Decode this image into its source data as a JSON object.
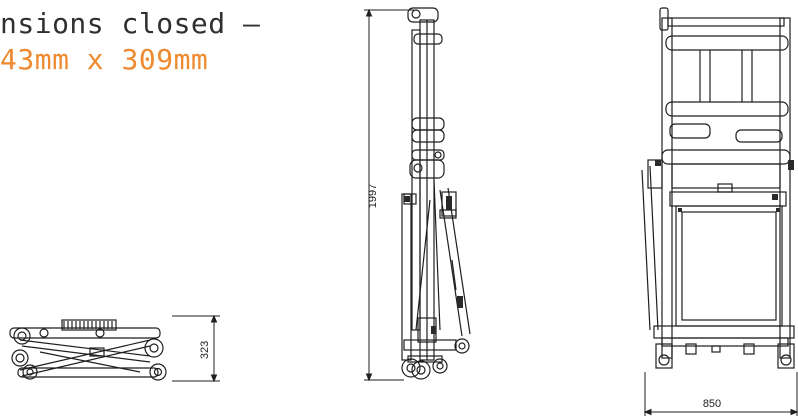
{
  "heading": {
    "line1": "nsions closed –",
    "line2": "43mm x 309mm"
  },
  "dimensions": {
    "folded_height": "323",
    "full_height": "1997",
    "base_width": "850"
  },
  "colors": {
    "accent": "#ee8a2f",
    "text": "#2f2f2f",
    "line": "#1f1f1f"
  }
}
